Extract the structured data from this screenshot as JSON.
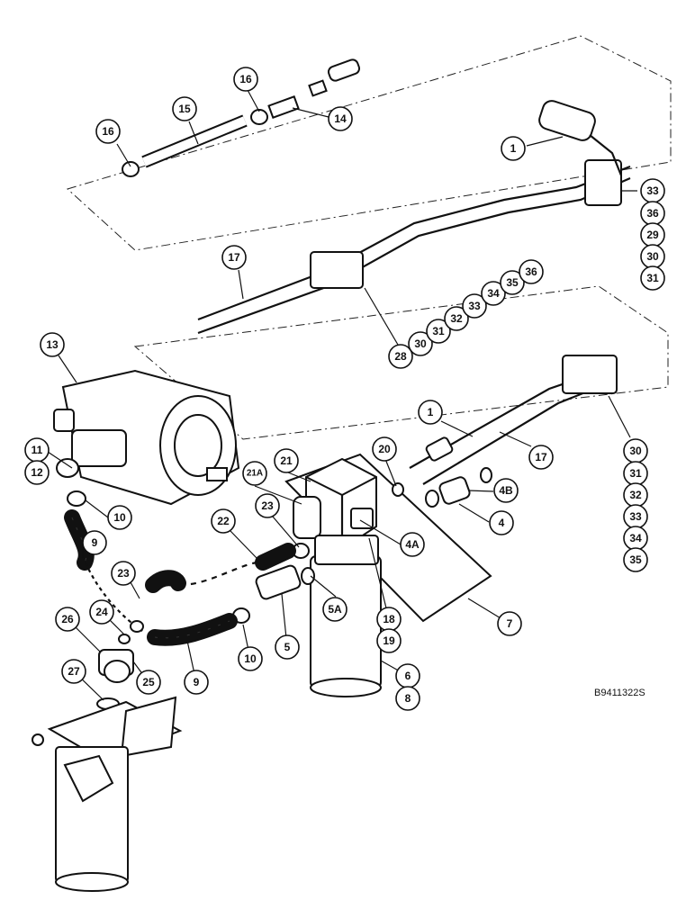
{
  "drawing_number": "B9411322S",
  "callouts": [
    {
      "id": "c16a",
      "label": "16"
    },
    {
      "id": "c15",
      "label": "15"
    },
    {
      "id": "c16b",
      "label": "16"
    },
    {
      "id": "c14",
      "label": "14"
    },
    {
      "id": "c1a",
      "label": "1"
    },
    {
      "id": "c33a",
      "label": "33"
    },
    {
      "id": "c36a",
      "label": "36"
    },
    {
      "id": "c29",
      "label": "29"
    },
    {
      "id": "c30a",
      "label": "30"
    },
    {
      "id": "c31a",
      "label": "31"
    },
    {
      "id": "c17a",
      "label": "17"
    },
    {
      "id": "c28",
      "label": "28"
    },
    {
      "id": "c30b",
      "label": "30"
    },
    {
      "id": "c31b",
      "label": "31"
    },
    {
      "id": "c32a",
      "label": "32"
    },
    {
      "id": "c33b",
      "label": "33"
    },
    {
      "id": "c34a",
      "label": "34"
    },
    {
      "id": "c35a",
      "label": "35"
    },
    {
      "id": "c36b",
      "label": "36"
    },
    {
      "id": "c13",
      "label": "13"
    },
    {
      "id": "c1b",
      "label": "1"
    },
    {
      "id": "c17b",
      "label": "17"
    },
    {
      "id": "c30c",
      "label": "30"
    },
    {
      "id": "c31c",
      "label": "31"
    },
    {
      "id": "c32b",
      "label": "32"
    },
    {
      "id": "c33c",
      "label": "33"
    },
    {
      "id": "c34b",
      "label": "34"
    },
    {
      "id": "c35b",
      "label": "35"
    },
    {
      "id": "c11",
      "label": "11"
    },
    {
      "id": "c12",
      "label": "12"
    },
    {
      "id": "c21",
      "label": "21"
    },
    {
      "id": "c20",
      "label": "20"
    },
    {
      "id": "c21A",
      "label": "21A"
    },
    {
      "id": "c4B",
      "label": "4B"
    },
    {
      "id": "c10a",
      "label": "10"
    },
    {
      "id": "c23a",
      "label": "23"
    },
    {
      "id": "c4",
      "label": "4"
    },
    {
      "id": "c22",
      "label": "22"
    },
    {
      "id": "c9a",
      "label": "9"
    },
    {
      "id": "c4A",
      "label": "4A"
    },
    {
      "id": "c23b",
      "label": "23"
    },
    {
      "id": "c5A",
      "label": "5A"
    },
    {
      "id": "c7",
      "label": "7"
    },
    {
      "id": "c26",
      "label": "26"
    },
    {
      "id": "c24",
      "label": "24"
    },
    {
      "id": "c18",
      "label": "18"
    },
    {
      "id": "c19",
      "label": "19"
    },
    {
      "id": "c5",
      "label": "5"
    },
    {
      "id": "c10b",
      "label": "10"
    },
    {
      "id": "c9b",
      "label": "9"
    },
    {
      "id": "c25",
      "label": "25"
    },
    {
      "id": "c6",
      "label": "6"
    },
    {
      "id": "c27",
      "label": "27"
    },
    {
      "id": "c8",
      "label": "8"
    }
  ]
}
